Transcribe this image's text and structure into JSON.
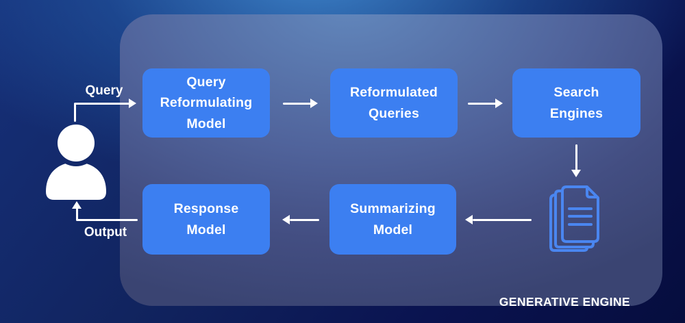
{
  "panel": {
    "label": "GENERATIVE ENGINE"
  },
  "flow": {
    "input_label": "Query",
    "output_label": "Output",
    "boxes": [
      {
        "id": "query-reformulating-model",
        "label": "Query\nReformulating\nModel"
      },
      {
        "id": "reformulated-queries",
        "label": "Reformulated\nQueries"
      },
      {
        "id": "search-engines",
        "label": "Search\nEngines"
      },
      {
        "id": "summarizing-model",
        "label": "Summarizing\nModel"
      },
      {
        "id": "response-model",
        "label": "Response\nModel"
      }
    ],
    "edges": [
      {
        "from": "user",
        "to": "query-reformulating-model",
        "label": "Query"
      },
      {
        "from": "query-reformulating-model",
        "to": "reformulated-queries"
      },
      {
        "from": "reformulated-queries",
        "to": "search-engines"
      },
      {
        "from": "search-engines",
        "to": "retrieved-documents"
      },
      {
        "from": "retrieved-documents",
        "to": "summarizing-model"
      },
      {
        "from": "summarizing-model",
        "to": "response-model"
      },
      {
        "from": "response-model",
        "to": "user",
        "label": "Output"
      }
    ]
  },
  "icons": {
    "user": "person-icon",
    "documents": "documents-stack-icon"
  },
  "colors": {
    "box_blue": "#3C7FF1",
    "doc_icon_blue": "#4A86F0",
    "arrow_white": "#FFFFFF",
    "text_white": "#FFFFFF",
    "bg_navy": "#0B1A55",
    "bg_highlight": "#2E74C2",
    "panel_slate": "#46538A"
  }
}
